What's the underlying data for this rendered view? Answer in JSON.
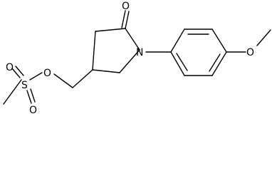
{
  "molecule": {
    "atoms": {
      "carbonyl_oxygen": "O",
      "ring_nitrogen": "N",
      "methoxy_oxygen": "O",
      "ester_oxygen": "O",
      "sulfur": "S",
      "sulfonyl_oxygen_top": "O",
      "sulfonyl_oxygen_bottom": "O"
    }
  }
}
